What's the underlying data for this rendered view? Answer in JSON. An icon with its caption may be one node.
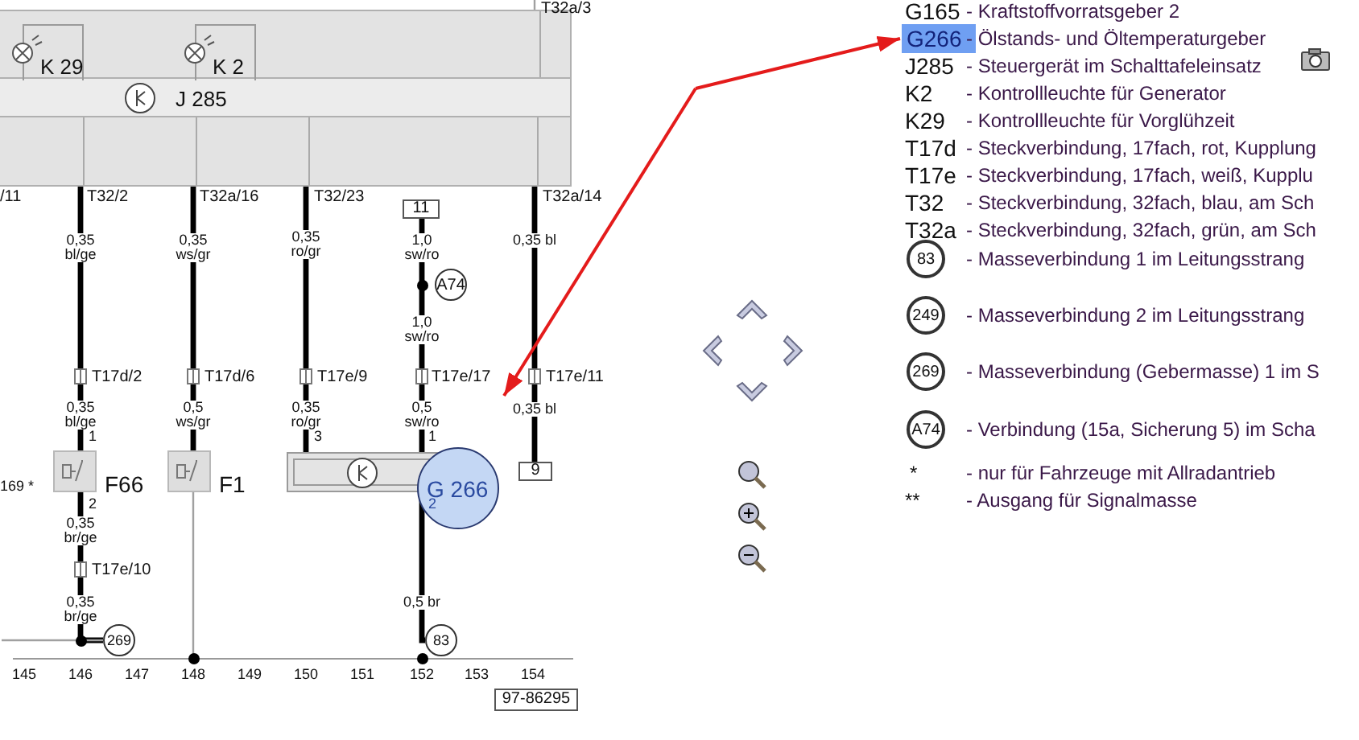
{
  "diagram": {
    "nodes": [
      {
        "text": [
          "J 285"
        ]
      },
      {
        "text": [
          "K 29"
        ],
        "in": 0
      },
      {
        "text": [
          "K 2"
        ],
        "in": 0
      },
      {
        "text": [
          "11"
        ]
      },
      {
        "text": [
          "A74"
        ]
      },
      {
        "text": [
          "F66"
        ]
      },
      {
        "text": [
          "F1"
        ]
      },
      {
        "text": [
          "G 266"
        ]
      },
      {
        "text": [
          "9"
        ]
      },
      {
        "text": [
          "269"
        ]
      },
      {
        "text": [
          "83"
        ]
      },
      {
        "text": [
          "97-86295"
        ]
      },
      {
        "text": [
          "0,35 bl"
        ]
      },
      {
        "text": [
          "G266"
        ]
      },
      {
        "text": [
          "83"
        ]
      },
      {
        "text": [
          "249"
        ]
      },
      {
        "text": [
          "269"
        ]
      },
      {
        "text": [
          "A74"
        ]
      },
      {
        "text": [
          "T32a/3"
        ]
      },
      {
        "text": [],
        "shape": "bar"
      }
    ],
    "edges": [
      {
        "from": 0,
        "to": 5,
        "arrow": "none"
      },
      {
        "from": 5,
        "to": 9,
        "arrow": "none"
      },
      {
        "from": 0,
        "to": 6,
        "arrow": "none"
      },
      {
        "from": 6,
        "to": 19,
        "arrow": "none",
        "color": "#a0a0a0"
      },
      {
        "from": 0,
        "to": 7,
        "arrow": "none"
      },
      {
        "from": 3,
        "to": 7,
        "arrow": "none"
      },
      {
        "from": 7,
        "to": 10,
        "arrow": "none"
      },
      {
        "from": 0,
        "to": 8,
        "arrow": "none"
      },
      {
        "from": 0,
        "to": 18,
        "arrow": "none",
        "color": "#a0a0a0"
      },
      {
        "from": 9,
        "to": null,
        "arrow": "none",
        "color": "#a0a0a0"
      },
      {
        "from": null,
        "to": 13,
        "arrow": "to",
        "color": "#e41b1b"
      },
      {
        "from": null,
        "to": 12,
        "arrow": "to",
        "color": "#e41b1b"
      }
    ],
    "labels": [
      "/11",
      "T32/2",
      "T32a/16",
      "T32/23",
      "T32a/14",
      "0,35 bl/ge",
      "0,35 ws/gr",
      "0,35 ro/gr",
      "1,0 sw/ro",
      "0,35 bl",
      "1,0 sw/ro",
      "T17d/2",
      "T17d/6",
      "T17e/9",
      "T17e/17",
      "T17e/11",
      "0,35 bl/ge",
      "0,5 ws/gr",
      "0,35 ro/gr",
      "0,5 sw/ro",
      "1",
      "3",
      "1",
      "169 *",
      "2",
      "2",
      "0,35 br/ge",
      "T17e/10",
      "0,35 br/ge",
      "0,5 br",
      "145",
      "146",
      "147",
      "148",
      "149",
      "150",
      "151",
      "152",
      "153",
      "154",
      "G165",
      "- Kraftstoffvorratsgeber 2",
      "- Ölstands- und Öltemperaturgeber",
      "J285",
      "- Steuergerät im Schalttafeleinsatz",
      "K2",
      "- Kontrollleuchte für Generator",
      "K29",
      "- Kontrollleuchte für Vorglühzeit",
      "T17d",
      "- Steckverbindung, 17fach, rot, Kupplung",
      "T17e",
      "- Steckverbindung, 17fach, weiß, Kupplu",
      "T32",
      "- Steckverbindung, 32fach, blau, am Sch",
      "T32a",
      "- Steckverbindung, 32fach, grün, am Sch",
      "- Masseverbindung 1 im Leitungsstrang",
      "- Masseverbindung 2 im Leitungsstrang",
      "- Masseverbindung (Gebermasse) 1 im S",
      "- Verbindung (15a, Sicherung 5) im Scha",
      "*",
      "- nur für Fahrzeuge mit Allradantrieb",
      "**",
      "- Ausgang für Signalmasse"
    ]
  }
}
